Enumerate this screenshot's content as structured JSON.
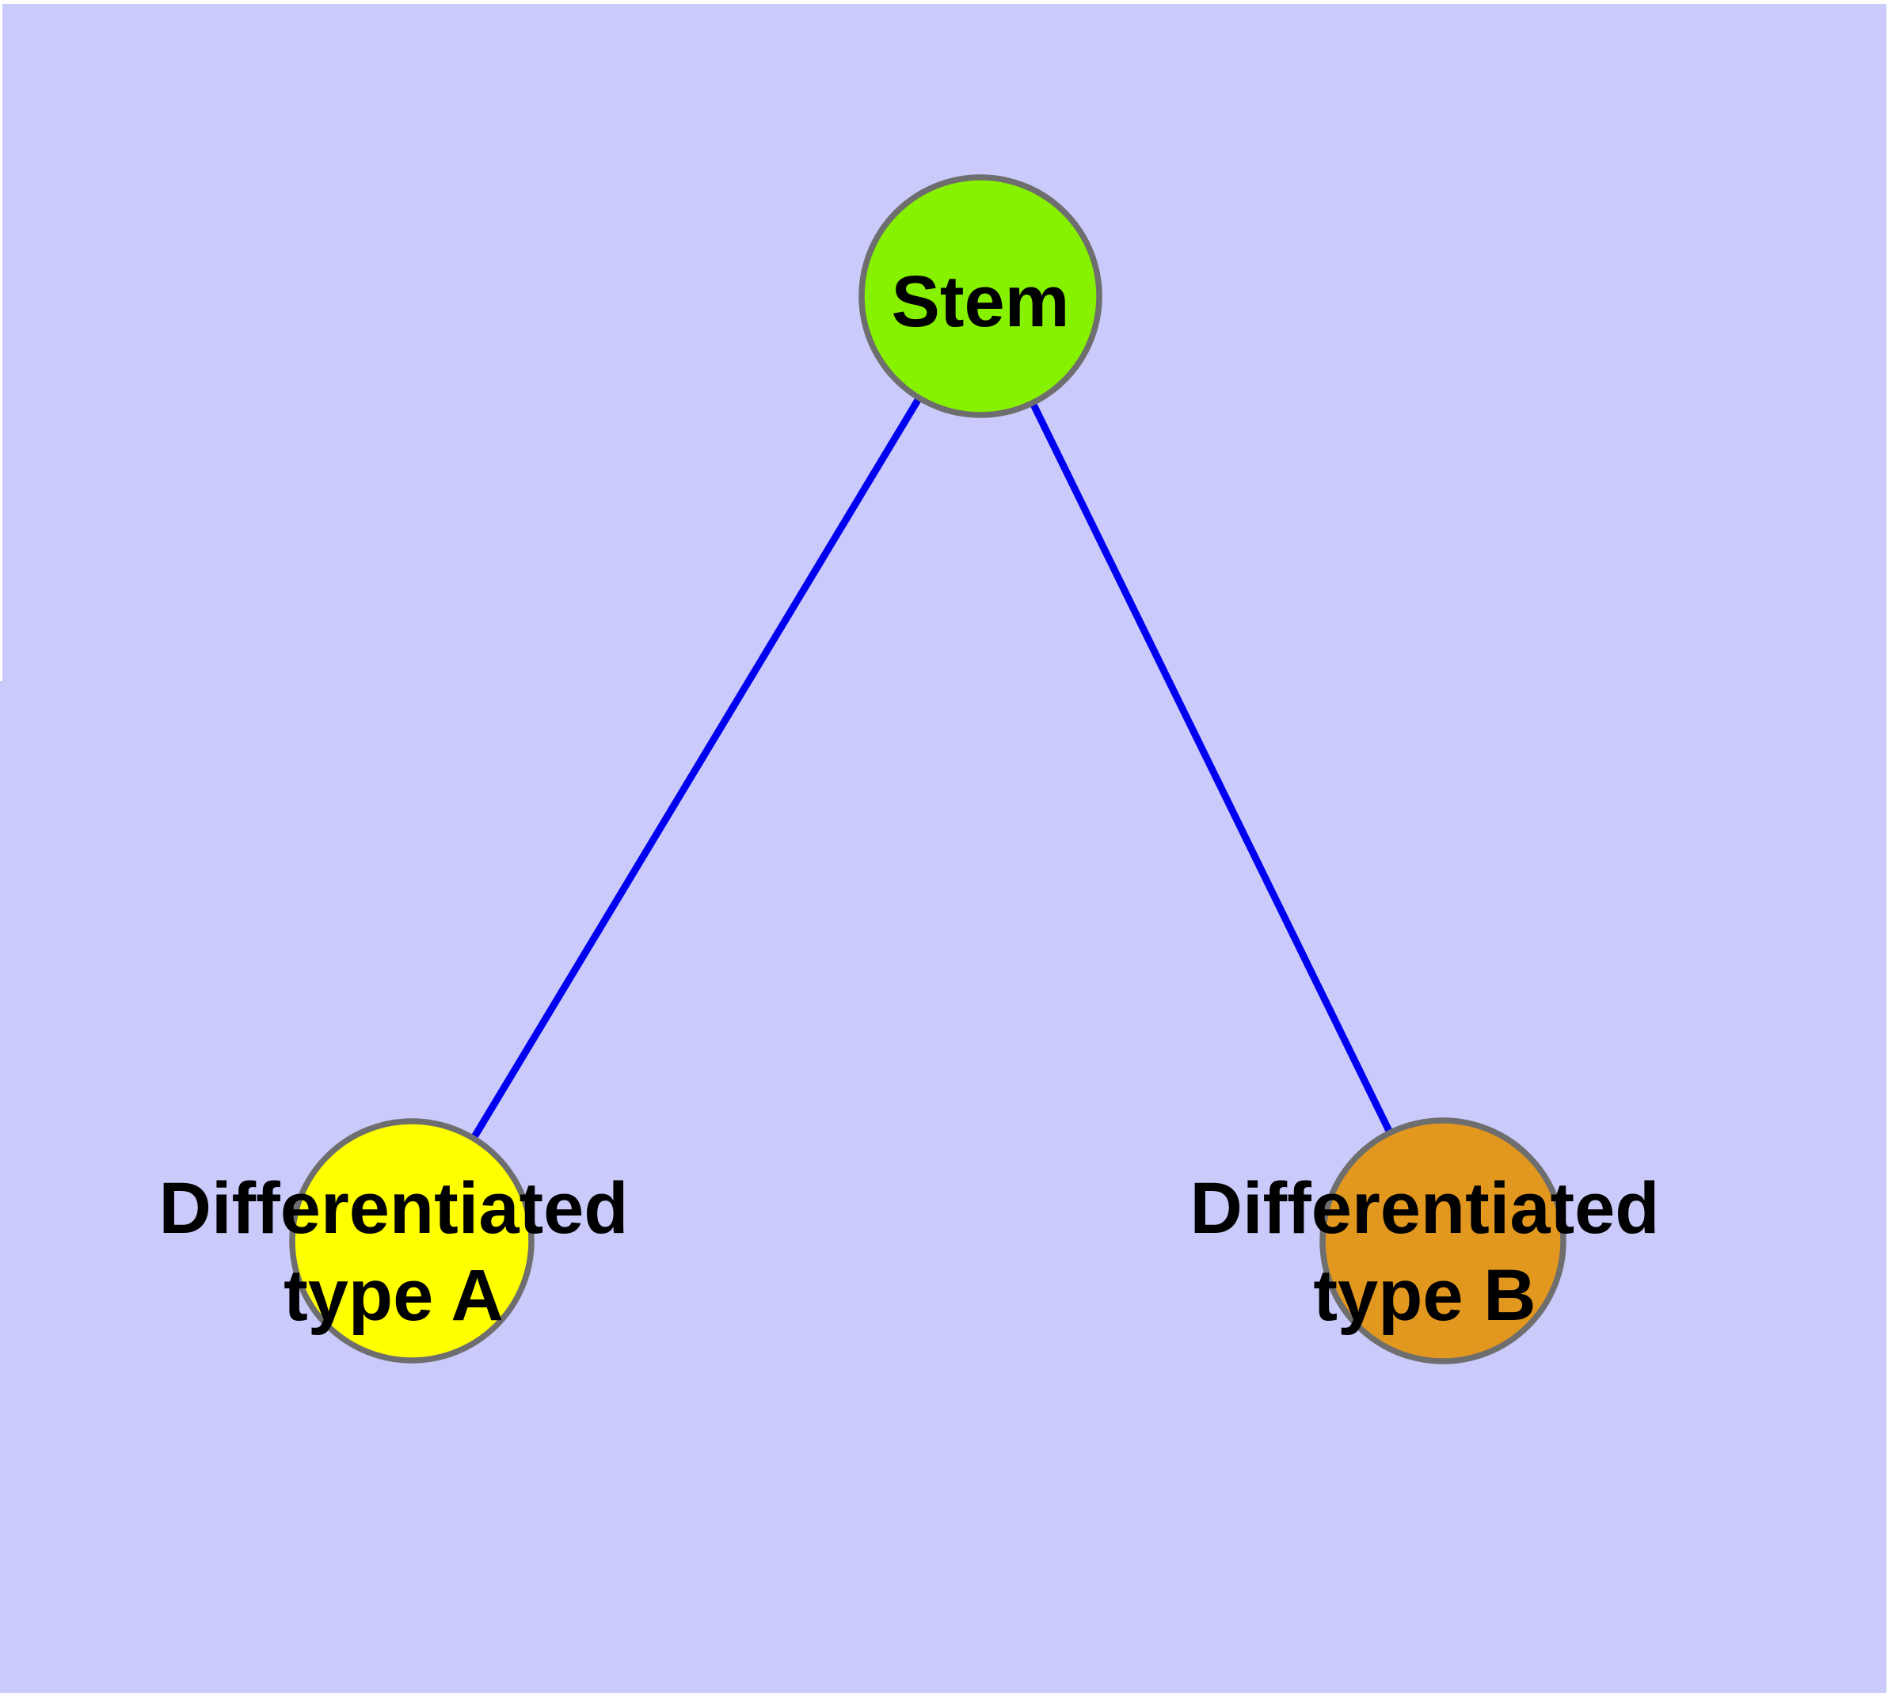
{
  "diagram": {
    "type": "node-link-graph",
    "background_color": "#CACAFB",
    "frame_color": "#FFFFFF",
    "edge_color": "#0000F0",
    "node_border_color": "#6E6E6E",
    "label_color": "#000000",
    "nodes": [
      {
        "id": "stem",
        "label": "Stem",
        "lines": [
          "Stem"
        ],
        "fill": "#86F200"
      },
      {
        "id": "differentiated-type-a",
        "label": "Differentiated type A",
        "lines": [
          "Differentiated",
          "type A"
        ],
        "fill": "#FFFF00"
      },
      {
        "id": "differentiated-type-b",
        "label": "Differentiated type B",
        "lines": [
          "Differentiated",
          "type B"
        ],
        "fill": "#E2981E"
      }
    ],
    "edges": [
      {
        "from": "Stem",
        "to": "Differentiated type A"
      },
      {
        "from": "Stem",
        "to": "Differentiated type B"
      }
    ]
  }
}
